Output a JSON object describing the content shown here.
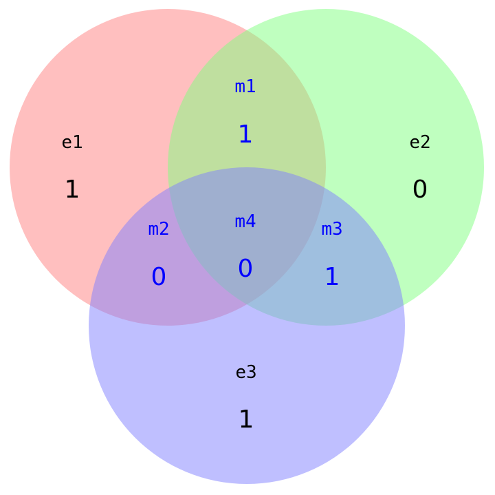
{
  "circles": [
    {
      "id": "e1",
      "color": "#ff8080"
    },
    {
      "id": "e2",
      "color": "#80ff80"
    },
    {
      "id": "e3",
      "color": "#8080ff"
    }
  ],
  "regions": {
    "e1": {
      "label": "e1",
      "value": "1",
      "color": "#000000"
    },
    "e2": {
      "label": "e2",
      "value": "0",
      "color": "#000000"
    },
    "e3": {
      "label": "e3",
      "value": "1",
      "color": "#000000"
    },
    "m1": {
      "label": "m1",
      "value": "1",
      "color": "#0000ff"
    },
    "m2": {
      "label": "m2",
      "value": "0",
      "color": "#0000ff"
    },
    "m3": {
      "label": "m3",
      "value": "1",
      "color": "#0000ff"
    },
    "m4": {
      "label": "m4",
      "value": "0",
      "color": "#0000ff"
    }
  }
}
